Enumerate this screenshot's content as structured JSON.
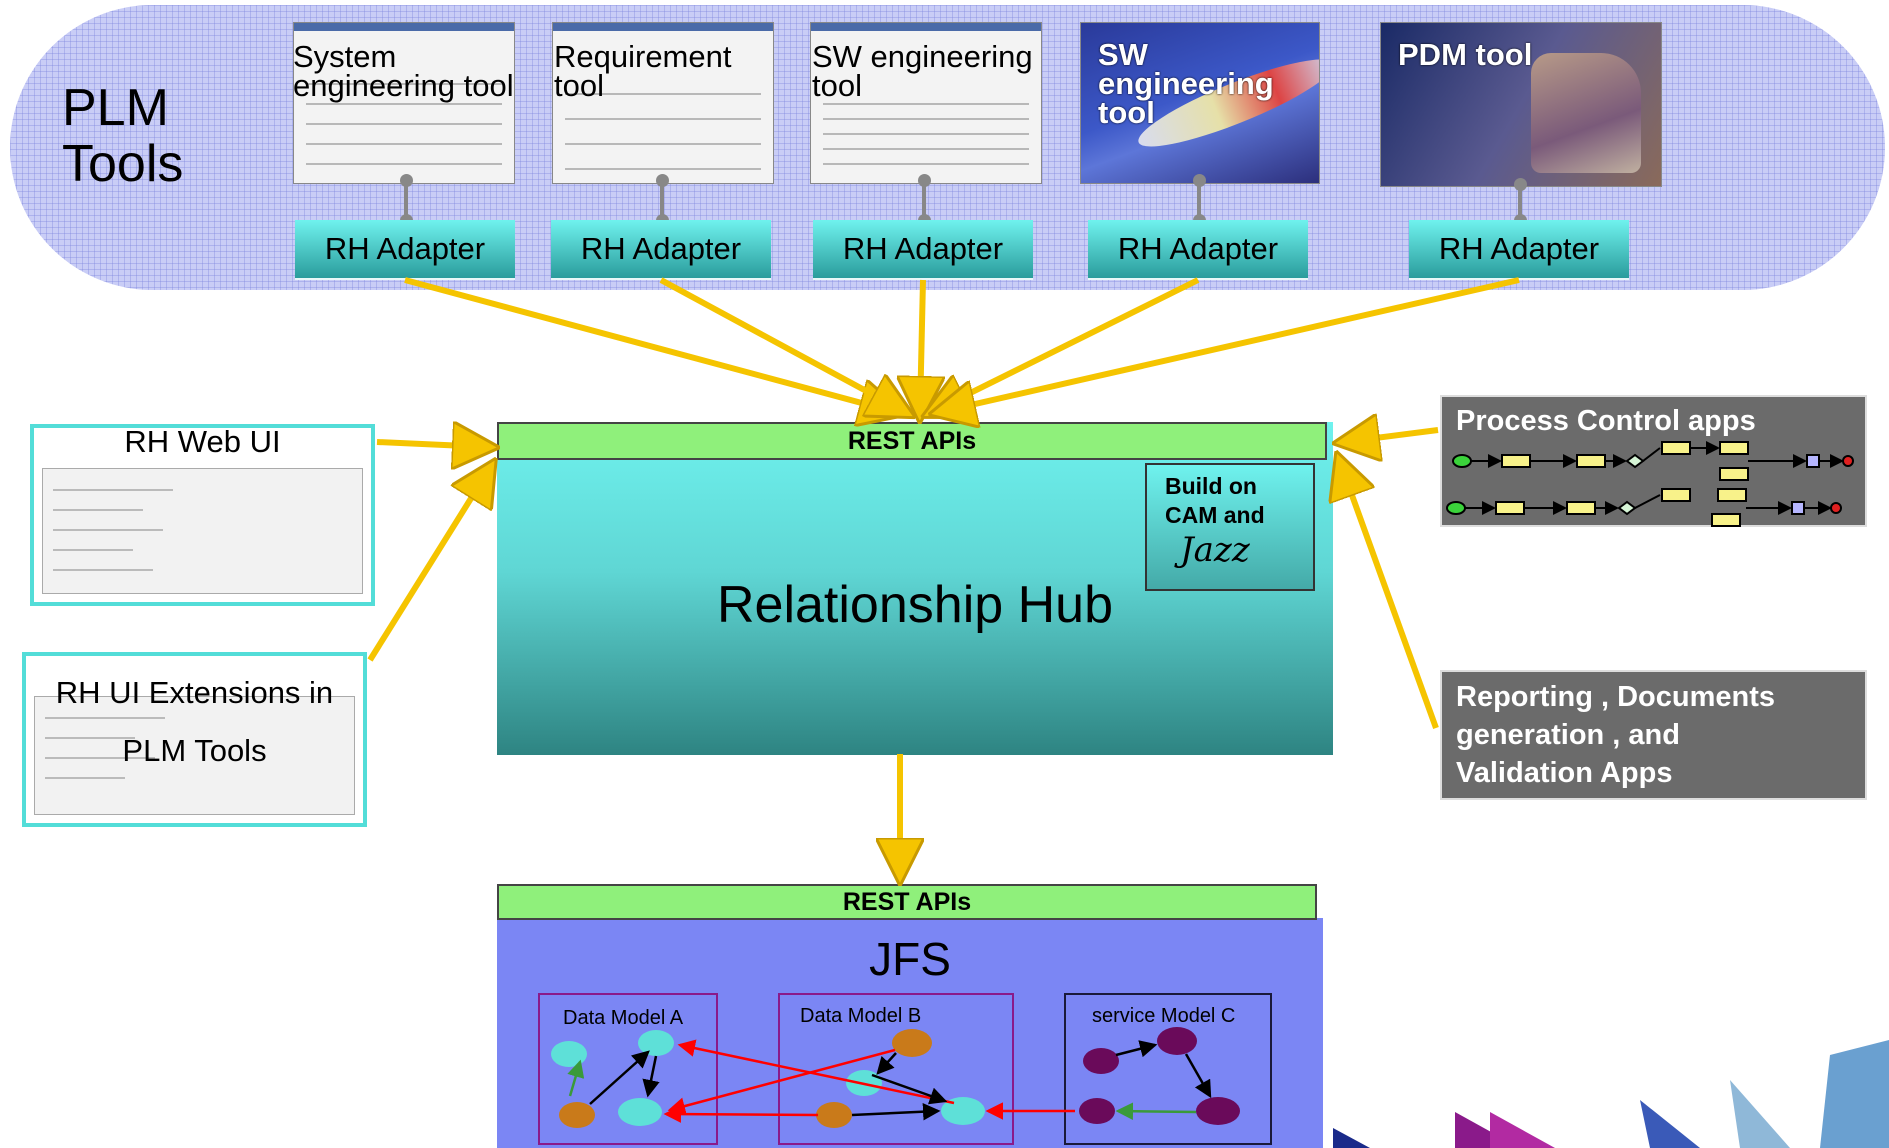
{
  "plm_band": {
    "title": "PLM\nTools",
    "tools": [
      {
        "label": "System\nengineering tool"
      },
      {
        "label": "Requirement\ntool"
      },
      {
        "label": "SW engineering\ntool"
      },
      {
        "label": "SW\nengineering\ntool"
      },
      {
        "label": "PDM tool"
      }
    ],
    "adapter_label": "RH Adapter"
  },
  "hub": {
    "rest_label": "REST APIs",
    "title": "Relationship Hub",
    "jazz_badge": "Build on\nCAM and",
    "jazz_logo": "Jazz"
  },
  "left_clients": {
    "web_ui": "RH Web UI",
    "ui_extensions": "RH UI Extensions in\nPLM Tools"
  },
  "right_clients": {
    "process_control": "Process Control apps",
    "reporting": "Reporting , Documents\ngeneration , and\nValidation Apps"
  },
  "jfs": {
    "rest_label": "REST APIs",
    "title": "JFS",
    "models": [
      {
        "label": "Data Model A"
      },
      {
        "label": "Data Model B"
      },
      {
        "label": "service Model C"
      }
    ]
  },
  "colors": {
    "arrow": "#f5c400",
    "rest": "#8ff07b",
    "hub_top": "#6ff2ee",
    "jfs": "#7b86f4",
    "model_border_purple": "#8a1a8a",
    "model_border_dark": "#1a1a3a",
    "link_red": "#ff0000",
    "link_green": "#3a9a3a"
  }
}
